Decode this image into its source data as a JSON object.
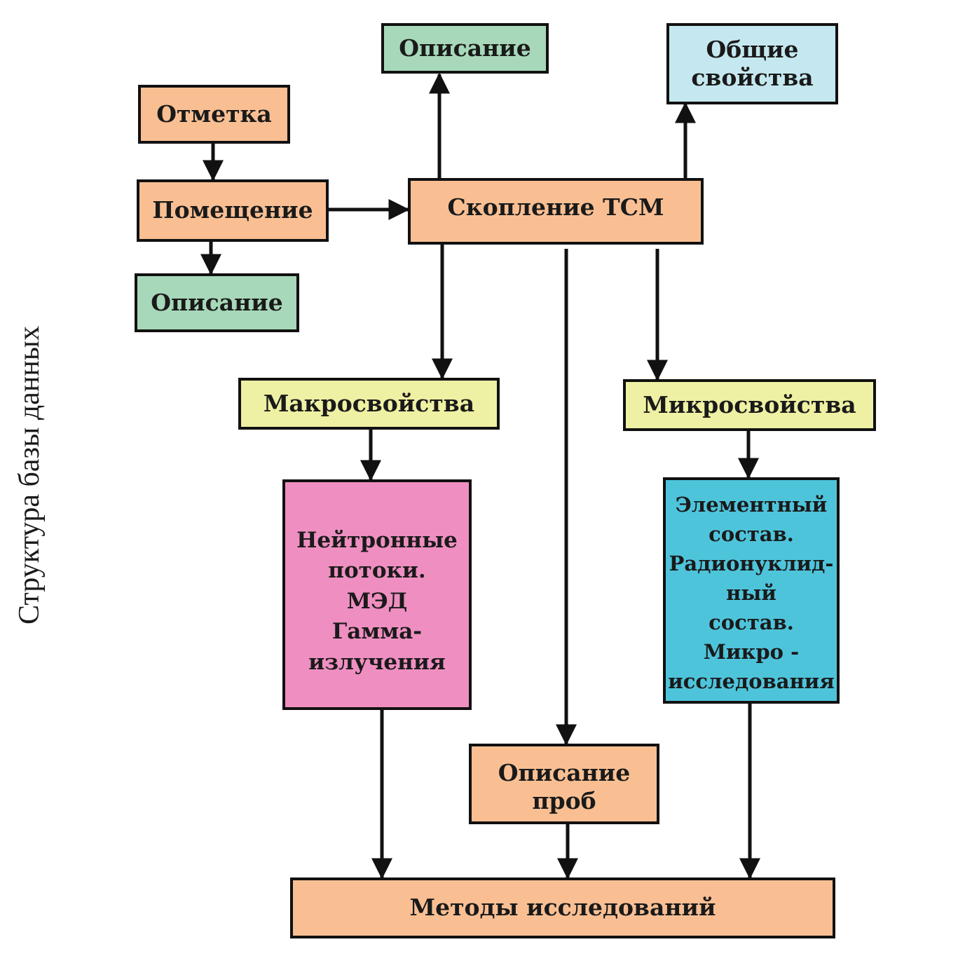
{
  "title": "Структура базы данных",
  "colors": {
    "orange": "#f9bf93",
    "green": "#a7d8b9",
    "lightblue": "#c5e8f0",
    "yellow": "#eef0a3",
    "pink": "#ef8fc1",
    "cyan": "#4ec4db",
    "line": "#111111"
  },
  "nodes": {
    "mark": {
      "label": "Отметка"
    },
    "room": {
      "label": "Помещение"
    },
    "room_desc": {
      "label": "Описание"
    },
    "cluster": {
      "label": "Скопление ТСМ"
    },
    "cluster_desc": {
      "label": "Описание"
    },
    "general_props": {
      "label": "Общие\nсвойства"
    },
    "macro": {
      "label": "Макросвойства"
    },
    "micro": {
      "label": "Микросвойства"
    },
    "macro_comp": {
      "label": "Нейтронные\nпотоки.\nМЭД\nГамма-\nизлучения"
    },
    "micro_comp": {
      "label": "Элементный\nсостав.\nРадионуклид-\nный\nсостав.\nМикро -\nисследования"
    },
    "sample_desc": {
      "label": "Описание\nпроб"
    },
    "methods": {
      "label": "Методы исследований"
    }
  },
  "edges": [
    {
      "from": "mark",
      "to": "room"
    },
    {
      "from": "room",
      "to": "room_desc"
    },
    {
      "from": "room",
      "to": "cluster"
    },
    {
      "from": "cluster",
      "to": "cluster_desc"
    },
    {
      "from": "cluster",
      "to": "general_props"
    },
    {
      "from": "cluster",
      "to": "macro"
    },
    {
      "from": "cluster",
      "to": "sample_desc"
    },
    {
      "from": "cluster",
      "to": "micro"
    },
    {
      "from": "macro",
      "to": "macro_comp"
    },
    {
      "from": "micro",
      "to": "micro_comp"
    },
    {
      "from": "macro_comp",
      "to": "methods"
    },
    {
      "from": "sample_desc",
      "to": "methods"
    },
    {
      "from": "micro_comp",
      "to": "methods"
    }
  ]
}
